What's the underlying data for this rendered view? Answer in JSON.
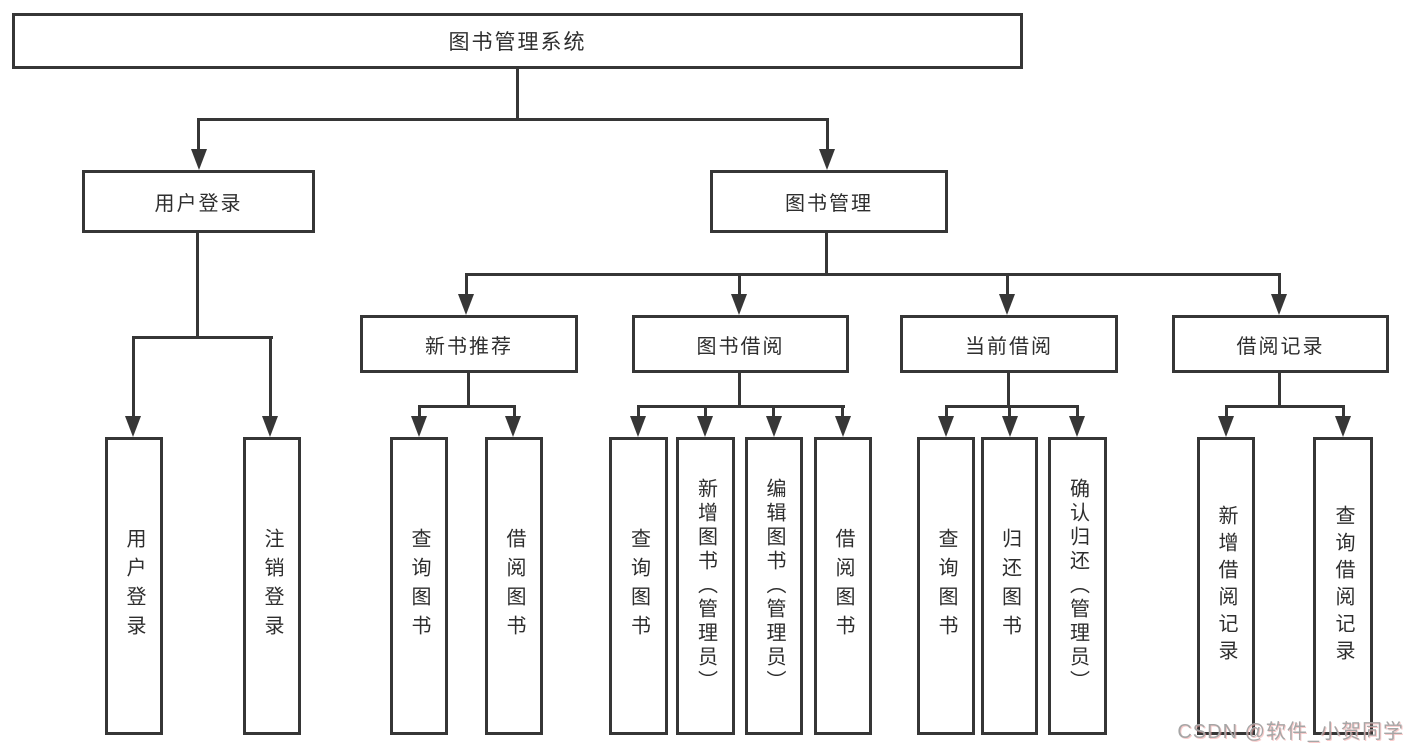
{
  "tree": {
    "label": "图书管理系统",
    "children": [
      {
        "label": "用户登录",
        "children": [
          {
            "label": "用户登录"
          },
          {
            "label": "注销登录"
          }
        ]
      },
      {
        "label": "图书管理",
        "children": [
          {
            "label": "新书推荐",
            "children": [
              {
                "label": "查询图书"
              },
              {
                "label": "借阅图书"
              }
            ]
          },
          {
            "label": "图书借阅",
            "children": [
              {
                "label": "查询图书"
              },
              {
                "label": "新增图书（管理员）"
              },
              {
                "label": "编辑图书（管理员）"
              },
              {
                "label": "借阅图书"
              }
            ]
          },
          {
            "label": "当前借阅",
            "children": [
              {
                "label": "查询图书"
              },
              {
                "label": "归还图书"
              },
              {
                "label": "确认归还（管理员）"
              }
            ]
          },
          {
            "label": "借阅记录",
            "children": [
              {
                "label": "新增借阅记录"
              },
              {
                "label": "查询借阅记录"
              }
            ]
          }
        ]
      }
    ]
  },
  "watermark": {
    "text": "CSDN @软件_小贺同学"
  },
  "colors": {
    "line": "#363636",
    "box_border": "#363636",
    "text": "#2e2e2e",
    "background": "#ffffff",
    "watermark": "#a6a6a6"
  }
}
